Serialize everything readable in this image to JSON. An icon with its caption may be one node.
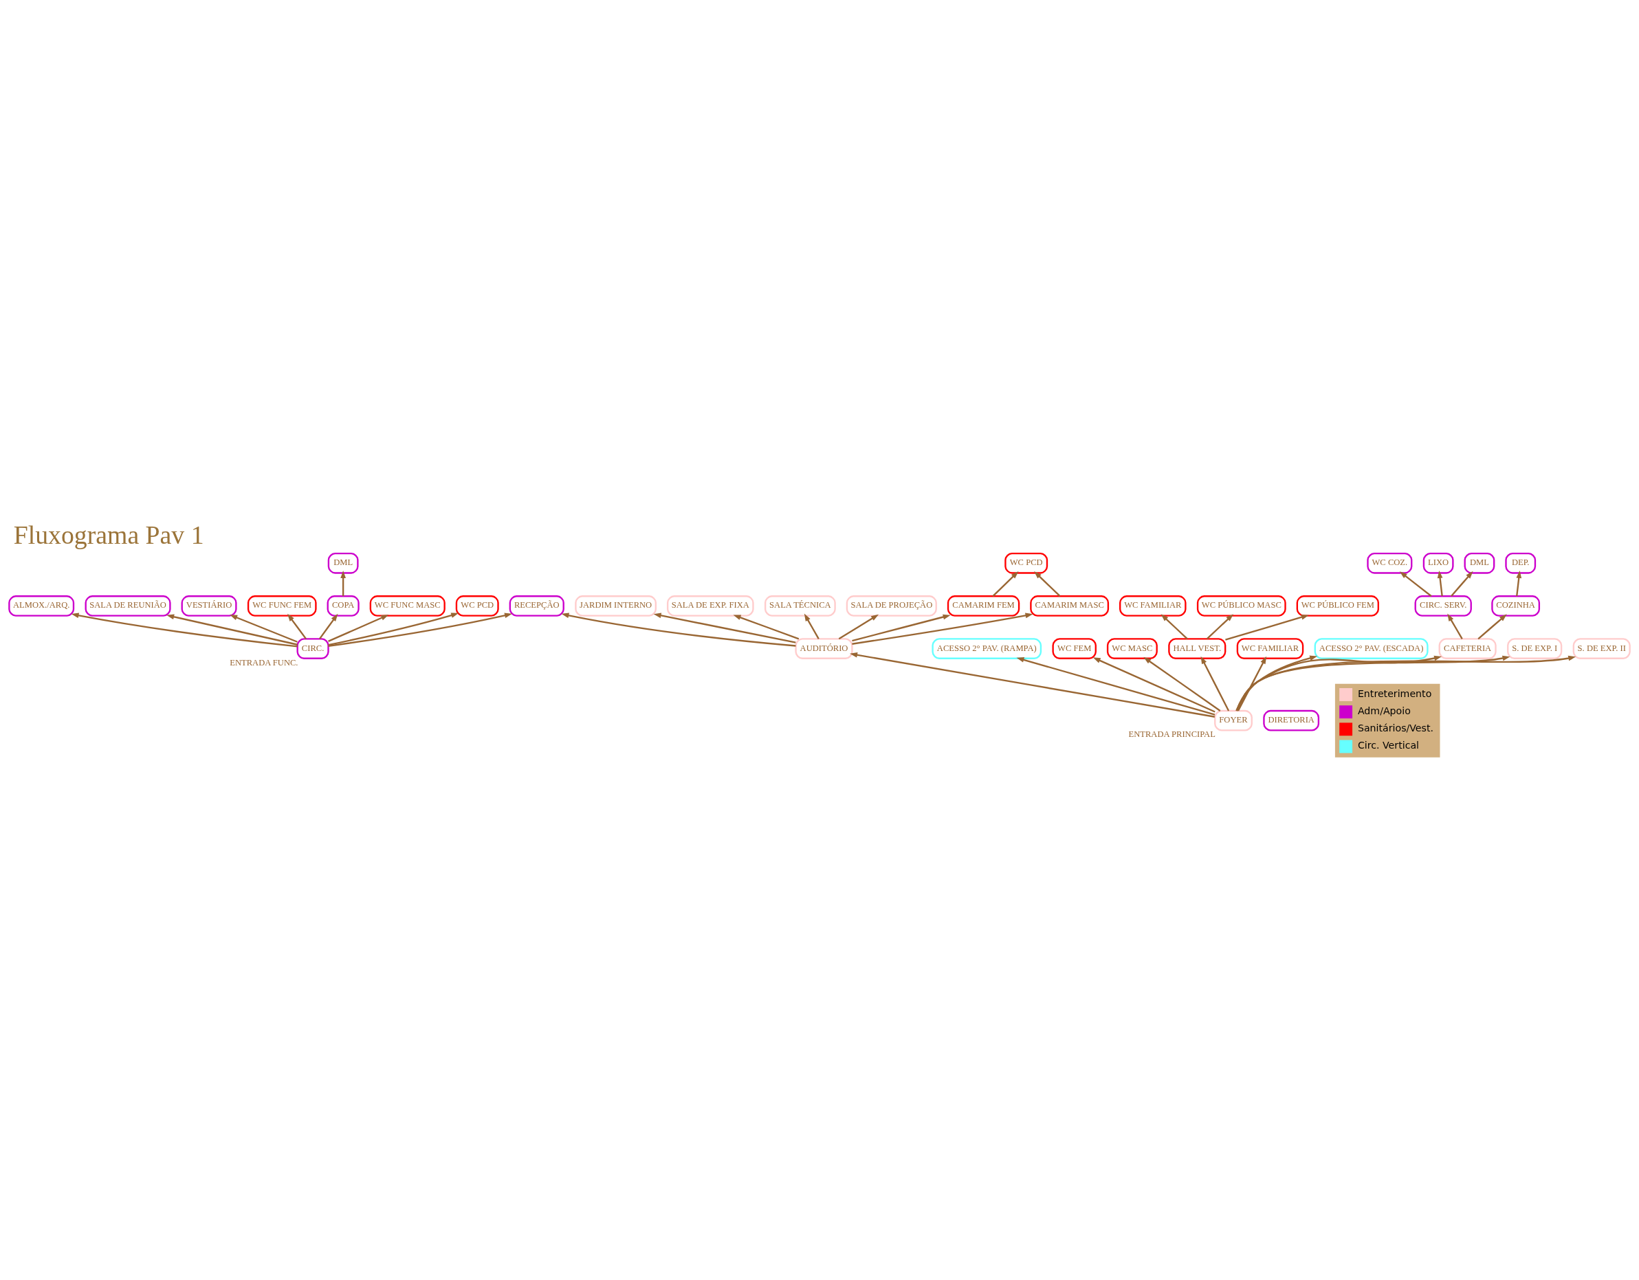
{
  "diagram": {
    "title": "Fluxograma Pav 1",
    "nodes": [
      {
        "text": [
          "JARDIM INTERNO"
        ]
      },
      {
        "text": [
          "SALA DE EXP. FIXA"
        ]
      },
      {
        "text": [
          "SALA TÉCNICA"
        ]
      },
      {
        "text": [
          "SALA DE PROJEÇÃO"
        ]
      },
      {
        "text": [
          "CAMARIM FEM"
        ]
      },
      {
        "text": [
          "WC PCD"
        ]
      },
      {
        "text": [
          "CAMARIM MASC"
        ]
      },
      {
        "text": [
          "AUDITÓRIO"
        ]
      },
      {
        "text": [
          "RECEPÇÃO"
        ]
      },
      {
        "text": [
          "WC FAMILIAR"
        ]
      },
      {
        "text": [
          "ACESSO 2° PAV. (RAMPA)"
        ]
      },
      {
        "text": [
          "DIRETORIA"
        ]
      },
      {
        "text": [
          "WC PÚBLICO MASC"
        ]
      },
      {
        "text": [
          "WC FEM"
        ]
      },
      {
        "text": [
          "ALMOX./ARQ."
        ]
      },
      {
        "text": [
          "WC MASC"
        ]
      },
      {
        "text": [
          "WC PÚBLICO FEM"
        ]
      },
      {
        "text": [
          "SALA DE REUNIÃO"
        ]
      },
      {
        "text": [
          "HALL VEST."
        ]
      },
      {
        "text": [
          "WC FAMILIAR"
        ]
      },
      {
        "text": [
          "DEP."
        ]
      },
      {
        "text": [
          "WC COZ."
        ]
      },
      {
        "text": [
          "LIXO"
        ]
      },
      {
        "text": [
          "DML"
        ]
      },
      {
        "text": [
          "DML"
        ]
      },
      {
        "text": [
          "VESTIÁRIO"
        ]
      },
      {
        "text": [
          "CIRC. SERV."
        ]
      },
      {
        "text": [
          "WC FUNC FEM"
        ]
      },
      {
        "text": [
          "COZINHA"
        ]
      },
      {
        "text": [
          "ACESSO 2° PAV. (ESCADA)"
        ]
      },
      {
        "text": [
          "COPA"
        ]
      },
      {
        "text": [
          "WC FUNC MASC"
        ]
      },
      {
        "text": [
          "CAFETERIA"
        ]
      },
      {
        "text": [
          "S. DE EXP. I"
        ]
      },
      {
        "text": [
          "FOYER"
        ],
        "beside": [
          "ENTRADA PRINCIPAL"
        ]
      },
      {
        "text": [
          "WC PCD"
        ]
      },
      {
        "text": [
          "S. DE EXP. II"
        ]
      },
      {
        "text": [
          "CIRC."
        ],
        "beside": [
          "ENTRADA FUNC."
        ]
      }
    ],
    "edges": [
      {
        "from": 34,
        "to": 7,
        "arrow": "to"
      },
      {
        "from": 34,
        "to": 10,
        "arrow": "to"
      },
      {
        "from": 34,
        "to": 13,
        "arrow": "to"
      },
      {
        "from": 34,
        "to": 15,
        "arrow": "to"
      },
      {
        "from": 34,
        "to": 19,
        "arrow": "to"
      },
      {
        "from": 34,
        "to": 18,
        "arrow": "to"
      },
      {
        "from": 34,
        "to": 29,
        "arrow": "to"
      },
      {
        "from": 7,
        "to": 2,
        "arrow": "to"
      },
      {
        "from": 7,
        "to": 4,
        "arrow": "to"
      },
      {
        "from": 7,
        "to": 6,
        "arrow": "to"
      },
      {
        "from": 7,
        "to": 0,
        "arrow": "to"
      },
      {
        "from": 7,
        "to": 1,
        "arrow": "to"
      },
      {
        "from": 7,
        "to": 3,
        "arrow": "to"
      },
      {
        "from": 7,
        "to": 8,
        "arrow": "to"
      },
      {
        "from": 4,
        "to": 5,
        "arrow": "to"
      },
      {
        "from": 6,
        "to": 5,
        "arrow": "to"
      },
      {
        "from": 18,
        "to": 9,
        "arrow": "to"
      },
      {
        "from": 18,
        "to": 12,
        "arrow": "to"
      },
      {
        "from": 18,
        "to": 16,
        "arrow": "to"
      },
      {
        "from": 34,
        "to": 32,
        "arrow": "to"
      },
      {
        "from": 34,
        "to": 33,
        "arrow": "to"
      },
      {
        "from": 34,
        "to": 36,
        "arrow": "to"
      },
      {
        "from": 32,
        "to": 26,
        "arrow": "to"
      },
      {
        "from": 32,
        "to": 28,
        "arrow": "to"
      },
      {
        "from": 26,
        "to": 21,
        "arrow": "to"
      },
      {
        "from": 26,
        "to": 22,
        "arrow": "to"
      },
      {
        "from": 26,
        "to": 23,
        "arrow": "to"
      },
      {
        "from": 28,
        "to": 20,
        "arrow": "to"
      },
      {
        "from": 37,
        "to": 8,
        "arrow": "to"
      },
      {
        "from": 37,
        "to": 14,
        "arrow": "to"
      },
      {
        "from": 37,
        "to": 17,
        "arrow": "to"
      },
      {
        "from": 37,
        "to": 25,
        "arrow": "to"
      },
      {
        "from": 37,
        "to": 27,
        "arrow": "to"
      },
      {
        "from": 37,
        "to": 31,
        "arrow": "to"
      },
      {
        "from": 37,
        "to": 35,
        "arrow": "to"
      },
      {
        "from": 37,
        "to": 30,
        "arrow": "to"
      },
      {
        "from": 30,
        "to": 24,
        "arrow": "to"
      }
    ],
    "legend": [
      {
        "text": "Entreterimento",
        "color": "#ffcccc"
      },
      {
        "text": "Adm/Apoio",
        "color": "#cc00cc"
      },
      {
        "text": "Sanitários/Vest.",
        "color": "#ff0000"
      },
      {
        "text": "Circ. Vertical",
        "color": "#66ffff"
      }
    ]
  }
}
